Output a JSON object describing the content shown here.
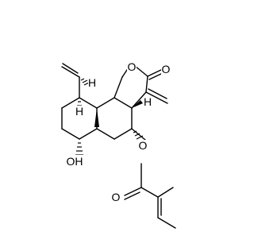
{
  "molecule": {
    "atoms": {
      "ring_oxygen": "O",
      "carbonyl_oxygen_lactone": "O",
      "ester_oxygen": "O",
      "carbonyl_oxygen_ester": "O",
      "hydroxyl": "OH",
      "hydrogen_top_left": "H",
      "hydrogen_ring_junction": "H",
      "hydrogen_right": "H"
    }
  }
}
